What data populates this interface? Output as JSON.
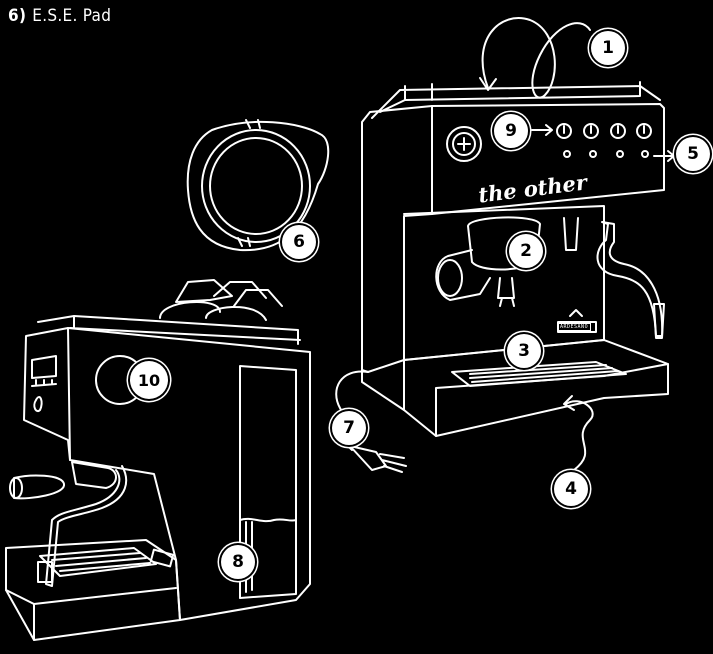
{
  "caption": {
    "number": "6)",
    "text": "E.S.E. Pad"
  },
  "brand_text": "the other",
  "plate_text": "ARDESANO",
  "colors": {
    "background": "#000000",
    "line": "#ffffff"
  },
  "callouts": [
    "1",
    "2",
    "3",
    "4",
    "5",
    "6",
    "7",
    "8",
    "9",
    "10"
  ]
}
